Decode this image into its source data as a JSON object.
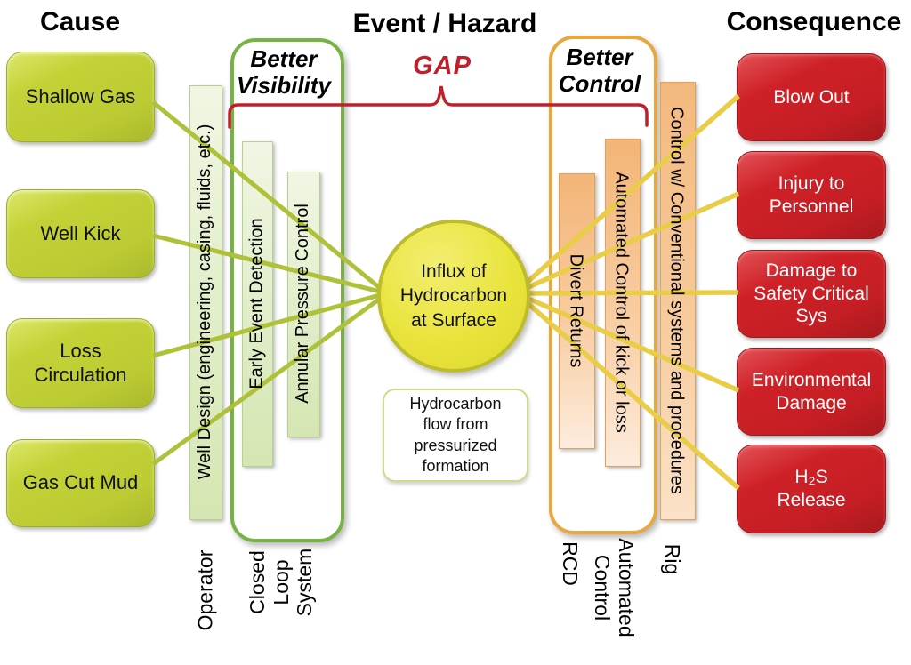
{
  "headers": {
    "cause": "Cause",
    "event_hazard": "Event / Hazard",
    "consequence": "Consequence"
  },
  "gap_label": "GAP",
  "causes": [
    {
      "label": "Shallow Gas"
    },
    {
      "label": "Well Kick"
    },
    {
      "label": "Loss\nCirculation"
    },
    {
      "label": "Gas Cut Mud"
    }
  ],
  "consequences": [
    {
      "label": "Blow Out"
    },
    {
      "label": "Injury to\nPersonnel"
    },
    {
      "label": "Damage to\nSafety Critical\nSys"
    },
    {
      "label": "Environmental\nDamage"
    },
    {
      "label": "H₂S\nRelease"
    }
  ],
  "event": {
    "circle_label": "Influx of\nHydrocarbon\nat Surface",
    "note": "Hydrocarbon\nflow from\npressurized\nformation"
  },
  "barriers": {
    "well_design": {
      "label": "Well Design (engineering, casing, fluids, etc.)",
      "owner": "Operator"
    },
    "visibility": {
      "title": "Better\nVisibility",
      "bars": [
        {
          "label": "Early Event Detection"
        },
        {
          "label": "Annular Pressure Control"
        }
      ],
      "owner": "Closed\nLoop\nSystem"
    },
    "control": {
      "title": "Better\nControl",
      "bars": [
        {
          "label": "Divert Returns",
          "owner": "RCD"
        },
        {
          "label": "Automated Control of kick or loss",
          "owner": "Automated\nControl"
        }
      ]
    },
    "conventional": {
      "label": "Control w/ Conventional systems and procedures",
      "owner": "Rig"
    }
  },
  "colors": {
    "cause_green": "#c3d236",
    "consequence_red": "#ce2127",
    "visibility_green": "#77b343",
    "control_orange": "#e8a73f",
    "event_yellow": "#e9e43c",
    "line_green": "#afc039",
    "line_gold": "#e9cd47",
    "gap_red": "#bf202b"
  }
}
